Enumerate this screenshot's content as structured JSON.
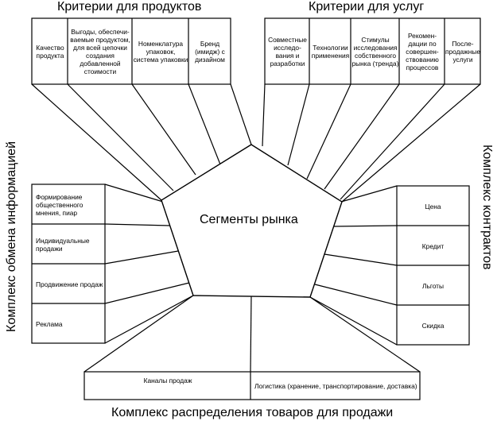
{
  "headings": {
    "top_left": "Критерии для продуктов",
    "top_right": "Критерии для услуг",
    "left": "Комплекс обмена информацией",
    "right": "Комплекс контрактов",
    "bottom": "Комплекс распределения товаров для продажи"
  },
  "center": "Сегменты рынка",
  "product_criteria": [
    "Качество продукта",
    "Выгоды, обеспечи-ваемые продуктом, для всей цепочки создания добавленной стоимости",
    "Номенклатура упаковок, система упаковки",
    "Бренд (имидж) с дизайном"
  ],
  "service_criteria": [
    "Совместные исследо-вания и разработки",
    "Технологии применения",
    "Стимулы исследования собственного рынка (тренда)",
    "Рекомен-дации по совершен-ствованию процессов",
    "После-продажные услуги"
  ],
  "information": [
    "Формирование общественного мнения, пиар",
    "Индивидуальные продажи",
    "Продвижение продаж",
    "Реклама"
  ],
  "contracts": [
    "Цена",
    "Кредит",
    "Льготы",
    "Скидка"
  ],
  "distribution": [
    "Каналы продаж",
    "Логистика (хранение, транспортирование, доставка)"
  ]
}
